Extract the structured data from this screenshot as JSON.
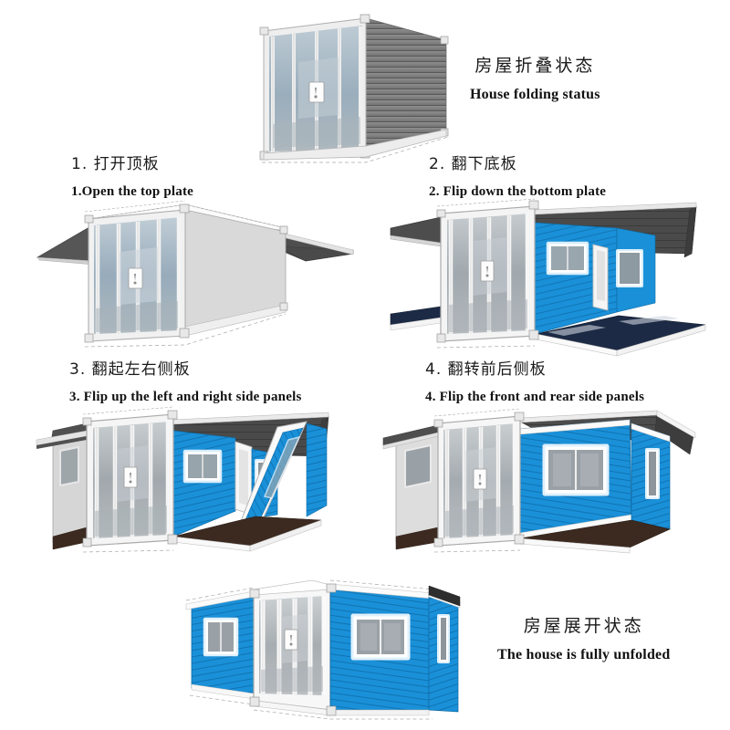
{
  "page": {
    "title": "Folding Container House Assembly Diagram",
    "background": "#ffffff"
  },
  "colors": {
    "siding_blue": "#1a90d8",
    "siding_blue_dark": "#1276b4",
    "siding_blue_light": "#3aa8e8",
    "roof_dark": "#4f4f4f",
    "roof_darker": "#3a3a3a",
    "frame_white": "#f4f4f4",
    "frame_outline": "#9a9a9a",
    "glass_gray": "#9d9d9d",
    "glass_gray_light": "#b8b8b8",
    "floor_navy": "#1c2a45",
    "floor_brown": "#3c2a20",
    "panel_gray": "#d7d7d7",
    "panel_gray_dark": "#bdbdbd",
    "text_dark": "#1a1a1a"
  },
  "captions": {
    "folded": {
      "cn": "房屋折叠状态",
      "en": "House folding status"
    },
    "step1": {
      "cn": "1. 打开顶板",
      "en": "1.Open the top plate"
    },
    "step2": {
      "cn": "2. 翻下底板",
      "en": "2. Flip down the bottom plate"
    },
    "step3": {
      "cn": "3. 翻起左右侧板",
      "en": "3. Flip up the left and right side panels"
    },
    "step4": {
      "cn": "4. 翻转前后侧板",
      "en": "4. Flip the front and rear side panels"
    },
    "unfolded": {
      "cn": "房屋展开状态",
      "en": "The house is fully unfolded"
    }
  },
  "scenes": [
    {
      "id": "folded",
      "label": "folded-container-illustration"
    },
    {
      "id": "step1",
      "label": "step1-open-top-plate-illustration"
    },
    {
      "id": "step2",
      "label": "step2-flip-down-bottom-plate-illustration"
    },
    {
      "id": "step3",
      "label": "step3-flip-up-side-panels-illustration"
    },
    {
      "id": "step4",
      "label": "step4-flip-front-rear-panels-illustration"
    },
    {
      "id": "unfolded",
      "label": "fully-unfolded-house-illustration"
    }
  ]
}
